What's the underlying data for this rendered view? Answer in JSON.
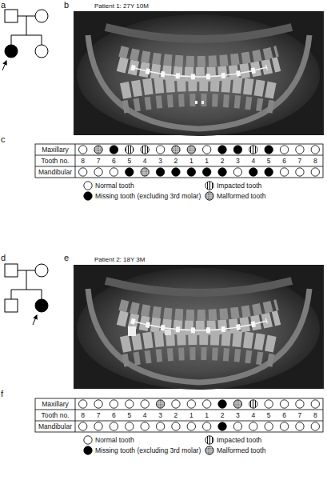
{
  "diagram": {
    "labels": [
      "a",
      "b",
      "Patient 1: 27Y 10M",
      "c",
      "Maxillary",
      "Tooth no.",
      "Mandibular",
      "8",
      "7",
      "6",
      "5",
      "4",
      "3",
      "2",
      "1",
      "1",
      "2",
      "3",
      "4",
      "5",
      "6",
      "7",
      "8",
      "d",
      "e",
      "Patient 2: 18Y 3M",
      "f",
      "Maxillary",
      "Tooth no.",
      "Mandibular",
      "8",
      "7",
      "6",
      "5",
      "4",
      "3",
      "2",
      "1",
      "1",
      "2",
      "3",
      "4",
      "5",
      "6",
      "7",
      "8"
    ],
    "legend": [
      {
        "text": "Normal tooth"
      },
      {
        "text": "Impacted tooth"
      },
      {
        "text": "Missing tooth (excluding 3rd molar)"
      },
      {
        "text": "Malformed tooth"
      },
      {
        "text": "Normal tooth"
      },
      {
        "text": "Impacted tooth"
      },
      {
        "text": "Missing tooth (excluding 3rd molar)"
      },
      {
        "text": "Malformed tooth"
      }
    ]
  }
}
